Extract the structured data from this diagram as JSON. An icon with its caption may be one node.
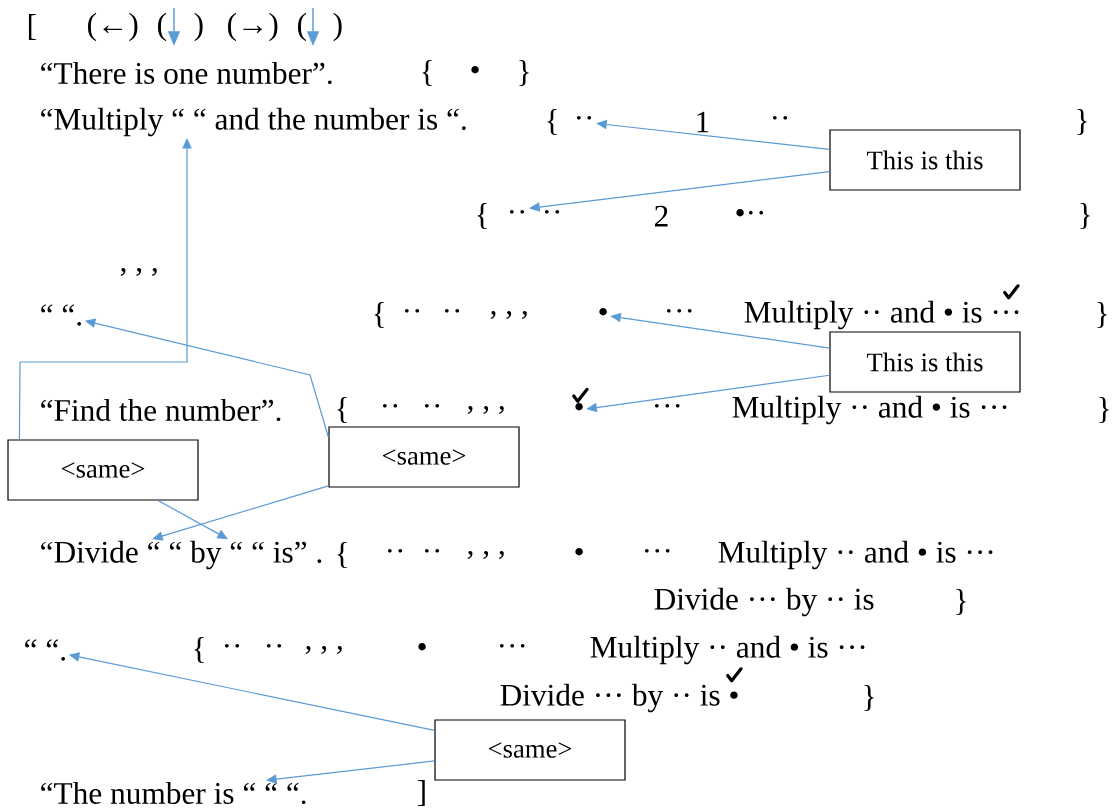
{
  "diagram": {
    "nodes": [
      {
        "text": [
          "“Multiply “ “ and the number is “."
        ]
      },
      {
        "text": [
          "··"
        ]
      },
      {
        "text": [
          "This is this"
        ]
      },
      {
        "text": [
          "··"
        ]
      },
      {
        "text": [
          "“ “."
        ]
      },
      {
        "text": [
          "•"
        ]
      },
      {
        "text": [
          "This is this"
        ]
      },
      {
        "text": [
          "•"
        ]
      },
      {
        "text": [
          "<same>"
        ]
      },
      {
        "text": [
          "<same>"
        ]
      },
      {
        "text": [
          "“Divide “ “ by “ “ is” ."
        ]
      },
      {
        "text": [
          "“ “."
        ]
      },
      {
        "text": [
          "<same>"
        ]
      },
      {
        "text": [
          "“The number is “ “ “."
        ]
      }
    ],
    "edges": [
      {
        "from": 2,
        "to": 1,
        "arrow": "to"
      },
      {
        "from": 2,
        "to": 3,
        "arrow": "to"
      },
      {
        "from": 6,
        "to": 5,
        "arrow": "to"
      },
      {
        "from": 6,
        "to": 7,
        "arrow": "to"
      },
      {
        "from": 8,
        "to": 0,
        "arrow": "to"
      },
      {
        "from": 8,
        "to": 10,
        "arrow": "to"
      },
      {
        "from": 9,
        "to": 4,
        "arrow": "to"
      },
      {
        "from": 9,
        "to": 10,
        "arrow": "to"
      },
      {
        "from": 12,
        "to": 11,
        "arrow": "to"
      },
      {
        "from": 12,
        "to": 13,
        "arrow": "to"
      }
    ],
    "labels": [
      "[",
      "(←)",
      "(",
      ")",
      "(→)",
      "(",
      ")",
      "“There is one number”.",
      "{",
      "•",
      "}",
      "{",
      "1",
      "··",
      "}",
      "{",
      "··",
      "2",
      "•··",
      "}",
      ", , ,",
      "{",
      "··",
      "··",
      ", , ,",
      "···",
      "Multiply ·· and • is ···",
      "}",
      "“Find the number”.",
      "{",
      "··",
      "··",
      ", , ,",
      "···",
      "Multiply ·· and • is ···",
      "}",
      "{",
      "··",
      "··",
      ", , ,",
      "•",
      "···",
      "Multiply ·· and • is ···",
      "Divide ··· by ·· is",
      "}",
      "{",
      "··",
      "··",
      ", , ,",
      "•",
      "···",
      "Multiply ·· and • is ···",
      "Divide ··· by ·· is •",
      "}",
      "]"
    ]
  }
}
